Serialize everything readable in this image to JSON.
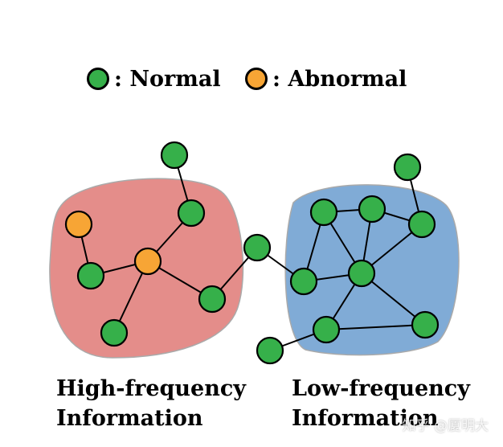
{
  "legend": {
    "normal": {
      "label": ": Normal",
      "color": "#36b04a"
    },
    "abnormal": {
      "label": ": Abnormal",
      "color": "#f7a535"
    }
  },
  "colors": {
    "high_region": "#e48d8a",
    "low_region": "#80abd6",
    "node_stroke": "#000000",
    "edge": "#000000"
  },
  "captions": {
    "high": {
      "line1": "High-frequency",
      "line2": "Information"
    },
    "low": {
      "line1": "Low-frequency",
      "line2": "Information"
    }
  },
  "watermark": "知乎 @厦明大",
  "graph": {
    "nodes": [
      {
        "id": "h_top",
        "type": "normal"
      },
      {
        "id": "h_upper",
        "type": "normal"
      },
      {
        "id": "h_abn_left",
        "type": "abnormal"
      },
      {
        "id": "h_hub",
        "type": "abnormal"
      },
      {
        "id": "h_left",
        "type": "normal"
      },
      {
        "id": "h_bottom",
        "type": "normal"
      },
      {
        "id": "h_right",
        "type": "normal"
      },
      {
        "id": "bridge",
        "type": "normal"
      },
      {
        "id": "l_top",
        "type": "normal"
      },
      {
        "id": "l_a",
        "type": "normal"
      },
      {
        "id": "l_b",
        "type": "normal"
      },
      {
        "id": "l_c",
        "type": "normal"
      },
      {
        "id": "l_left",
        "type": "normal"
      },
      {
        "id": "l_hub",
        "type": "normal"
      },
      {
        "id": "l_low",
        "type": "normal"
      },
      {
        "id": "l_right",
        "type": "normal"
      },
      {
        "id": "l_out",
        "type": "normal"
      }
    ],
    "edges": [
      [
        "h_top",
        "h_upper"
      ],
      [
        "h_upper",
        "h_hub"
      ],
      [
        "h_abn_left",
        "h_left"
      ],
      [
        "h_left",
        "h_hub"
      ],
      [
        "h_hub",
        "h_bottom"
      ],
      [
        "h_hub",
        "h_right"
      ],
      [
        "h_right",
        "bridge"
      ],
      [
        "bridge",
        "l_left"
      ],
      [
        "l_top",
        "l_c"
      ],
      [
        "l_a",
        "l_b"
      ],
      [
        "l_b",
        "l_c"
      ],
      [
        "l_a",
        "l_left"
      ],
      [
        "l_a",
        "l_hub"
      ],
      [
        "l_b",
        "l_hub"
      ],
      [
        "l_c",
        "l_hub"
      ],
      [
        "l_left",
        "l_hub"
      ],
      [
        "l_hub",
        "l_low"
      ],
      [
        "l_hub",
        "l_right"
      ],
      [
        "l_low",
        "l_right"
      ],
      [
        "l_low",
        "l_out"
      ]
    ]
  }
}
